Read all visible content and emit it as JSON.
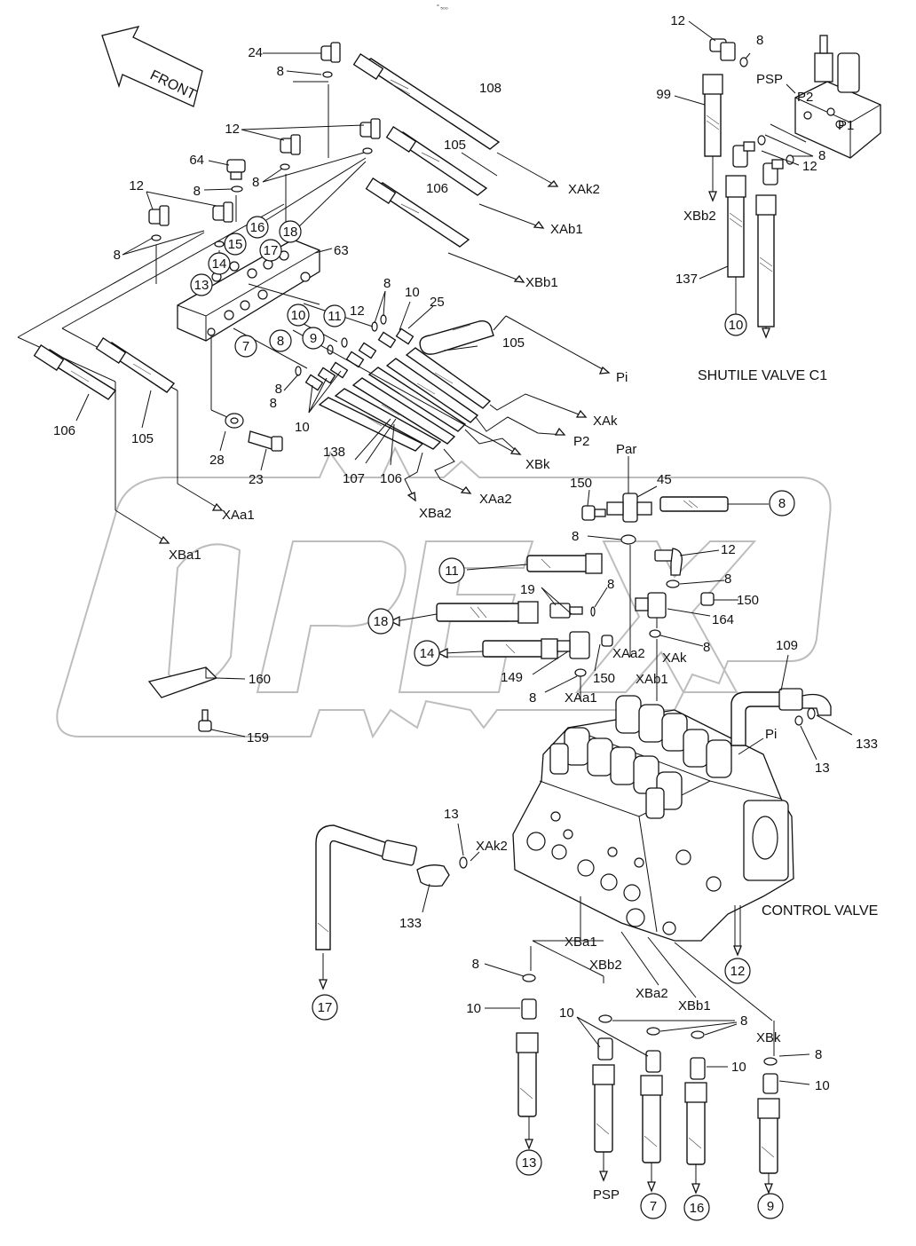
{
  "diagram": {
    "top_mark": "° ₅₀₀",
    "front_arrow_label": "FRONT",
    "watermark": "OPEX",
    "part_labels": {
      "p24": "24",
      "p8a": "8",
      "p108": "108",
      "p12a": "12",
      "p105a": "105",
      "p106a": "106",
      "p64": "64",
      "p8b": "8",
      "p8c": "8",
      "p12b": "12",
      "p8d": "8",
      "p63": "63",
      "p8e": "8",
      "p10a": "10",
      "p25": "25",
      "p12c": "12",
      "p105b": "105",
      "p8f": "8",
      "p8g": "8",
      "p10b": "10",
      "p106b": "106",
      "p105c": "105",
      "p28": "28",
      "p23": "23",
      "p138": "138",
      "p107": "107",
      "p106c": "106",
      "p12d": "12",
      "p8h": "8",
      "p99": "99",
      "p12e": "12",
      "p8i": "8",
      "p137": "137",
      "p150a": "150",
      "p45": "45",
      "p8j": "8",
      "p12f": "12",
      "p19": "19",
      "p8k": "8",
      "p8l": "8",
      "p150b": "150",
      "p164": "164",
      "p8m": "8",
      "p149": "149",
      "p150c": "150",
      "p8n": "8",
      "p160": "160",
      "p159": "159",
      "p109": "109",
      "p133a": "133",
      "p13a": "13",
      "p13b": "13",
      "p133b": "133",
      "p8o": "8",
      "p10c": "10",
      "p10d": "10",
      "p8p": "8",
      "p10e": "10",
      "p8q": "8",
      "p10f": "10"
    },
    "port_labels": {
      "psp_top": "PSP",
      "p2_top": "P2",
      "p1_top": "P1",
      "xak2_top": "XAk2",
      "xab1_top": "XAb1",
      "xbb1_top": "XBb1",
      "xbb2_top": "XBb2",
      "pi_top": "Pi",
      "xak_top": "XAk",
      "p2_mid": "P2",
      "xbk_mid": "XBk",
      "xaa2_mid": "XAa2",
      "xba2_mid": "XBa2",
      "xaa1_mid": "XAa1",
      "xba1_mid": "XBa1",
      "par": "Par",
      "xaa2_cv": "XAa2",
      "xak_cv": "XAk",
      "xab1_cv": "XAb1",
      "xaa1_cv": "XAa1",
      "pi_cv": "Pi",
      "xak2_cv": "XAk2",
      "xba1_cv": "XBa1",
      "xbb2_cv": "XBb2",
      "xba2_cv": "XBa2",
      "xbb1_cv": "XBb1",
      "xbk_cv": "XBk",
      "psp_bottom": "PSP"
    },
    "callouts": {
      "c16": "16",
      "c18": "18",
      "c17": "17",
      "c15": "15",
      "c14": "14",
      "c13": "13",
      "c10": "10",
      "c11": "11",
      "c9": "9",
      "c7": "7",
      "c8": "8",
      "c10_shuttle": "10",
      "c8_right": "8",
      "c11_left": "11",
      "c18_left": "18",
      "c14_left": "14",
      "c17_bottom": "17",
      "c12_bottom": "12",
      "c13_bottom": "13",
      "c7_bottom": "7",
      "c16_bottom": "16",
      "c9_bottom": "9"
    },
    "captions": {
      "shuttle_valve": "SHUTILE VALVE C1",
      "control_valve": "CONTROL VALVE"
    }
  }
}
